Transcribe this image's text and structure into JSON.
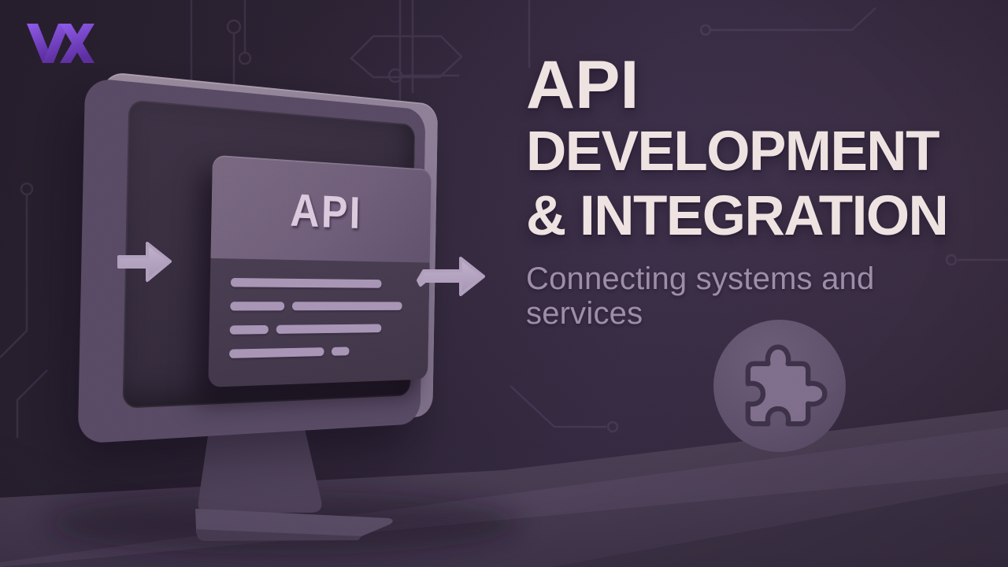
{
  "brand": {
    "logo_text": "VX"
  },
  "hero": {
    "title_line1": "API",
    "title_line2": "DEVELOPMENT",
    "title_line3": "& INTEGRATION",
    "subtitle": "Connecting systems and services"
  },
  "illustration": {
    "screen_card_label": "API",
    "elements": [
      "desktop-monitor",
      "monitor-stand",
      "input-arrow",
      "output-arrow",
      "placeholder-text-lines",
      "circuit-pattern",
      "desk-surface"
    ],
    "badge_icon": "puzzle-piece"
  },
  "colors": {
    "background_dark": "#271f2d",
    "background_light": "#362a3e",
    "accent_purple": "#6d3fc4",
    "monitor_frame": "#8a7b94",
    "screen": "#342b3c",
    "card_header": "#6e5d78",
    "card_body": "#453a4d",
    "placeholder_line": "#a793b4",
    "arrow": "#b6a4c2",
    "title_text": "#efe3e2",
    "subtitle_text": "#9c8ba6",
    "badge_circle": "#5d4e68",
    "puzzle_fill": "#7d6c8a"
  }
}
